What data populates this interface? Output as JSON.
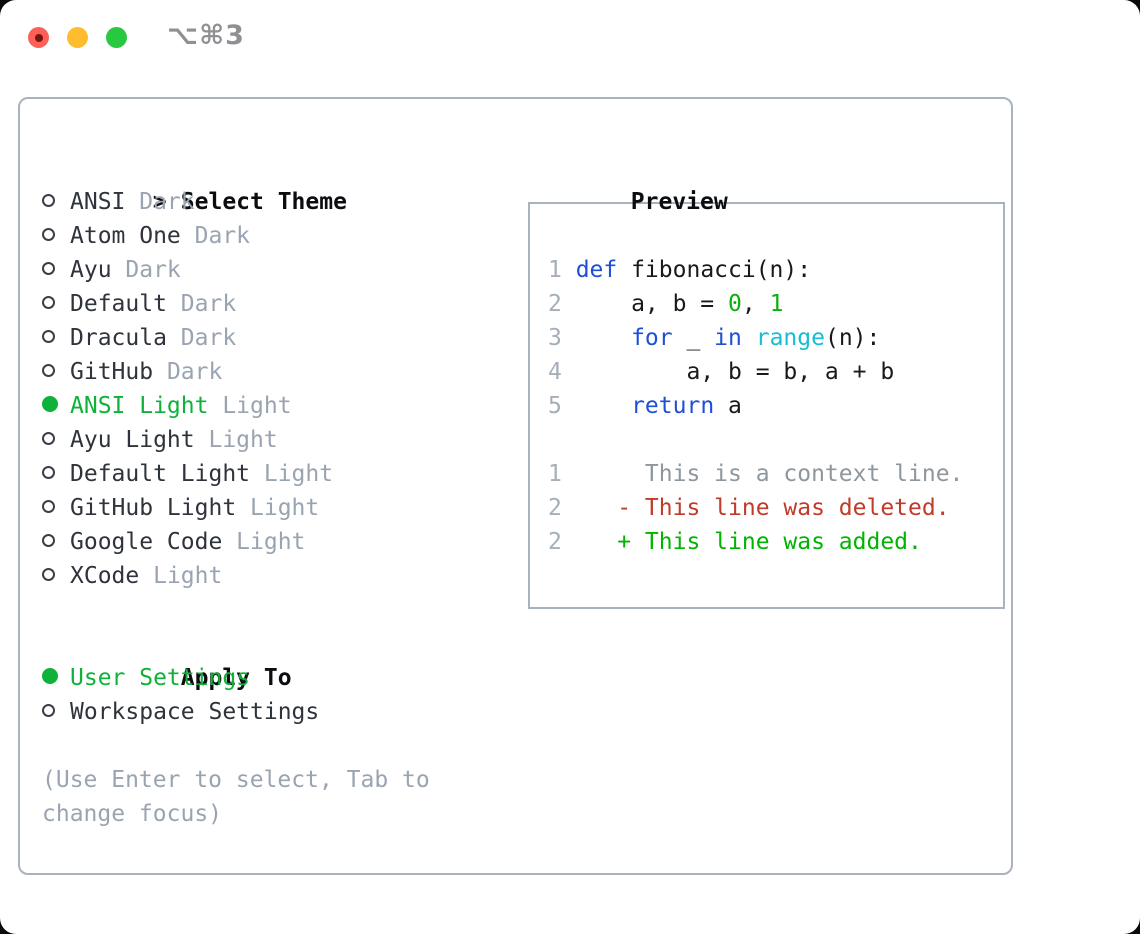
{
  "window": {
    "title": "⌥⌘3"
  },
  "colors": {
    "accent_green": "#0fb239",
    "keyword_blue": "#1e4fd6",
    "function_cyan": "#17bdd3",
    "number_green": "#0bb00b",
    "diff_added": "#00b400",
    "diff_deleted": "#c23a28",
    "diff_context": "#8e969e",
    "muted_gray": "#9aa4b1",
    "panel_border": "#aab2bd",
    "traffic_red": "#ff5f57",
    "traffic_yellow": "#febc2e",
    "traffic_green": "#28c840"
  },
  "select_theme": {
    "cursor": ">",
    "title": "Select Theme",
    "items": [
      {
        "label": "ANSI",
        "variant": "Dark",
        "selected": false
      },
      {
        "label": "Atom One",
        "variant": "Dark",
        "selected": false
      },
      {
        "label": "Ayu",
        "variant": "Dark",
        "selected": false
      },
      {
        "label": "Default",
        "variant": "Dark",
        "selected": false
      },
      {
        "label": "Dracula",
        "variant": "Dark",
        "selected": false
      },
      {
        "label": "GitHub",
        "variant": "Dark",
        "selected": false
      },
      {
        "label": "ANSI Light",
        "variant": "Light",
        "selected": true
      },
      {
        "label": "Ayu Light",
        "variant": "Light",
        "selected": false
      },
      {
        "label": "Default Light",
        "variant": "Light",
        "selected": false
      },
      {
        "label": "GitHub Light",
        "variant": "Light",
        "selected": false
      },
      {
        "label": "Google Code",
        "variant": "Light",
        "selected": false
      },
      {
        "label": "XCode",
        "variant": "Light",
        "selected": false
      }
    ]
  },
  "apply_to": {
    "title": "Apply To",
    "options": [
      {
        "label": "User Settings",
        "selected": true
      },
      {
        "label": "Workspace Settings",
        "selected": false
      }
    ]
  },
  "hint": "(Use Enter to select, Tab to change focus)",
  "preview": {
    "title": "Preview",
    "lines": [
      {
        "num": "1",
        "tokens": [
          {
            "c": "kw",
            "t": "def"
          },
          {
            "c": "fg",
            "t": " fibonacci(n):"
          }
        ]
      },
      {
        "num": "2",
        "tokens": [
          {
            "c": "fg",
            "t": "    a, b = "
          },
          {
            "c": "num",
            "t": "0"
          },
          {
            "c": "fg",
            "t": ", "
          },
          {
            "c": "num",
            "t": "1"
          }
        ]
      },
      {
        "num": "3",
        "tokens": [
          {
            "c": "fg",
            "t": "    "
          },
          {
            "c": "kw",
            "t": "for"
          },
          {
            "c": "fg",
            "t": " _ "
          },
          {
            "c": "kw",
            "t": "in"
          },
          {
            "c": "fg",
            "t": " "
          },
          {
            "c": "fn",
            "t": "range"
          },
          {
            "c": "fg",
            "t": "(n):"
          }
        ]
      },
      {
        "num": "4",
        "tokens": [
          {
            "c": "fg",
            "t": "        a, b = b, a + b"
          }
        ]
      },
      {
        "num": "5",
        "tokens": [
          {
            "c": "fg",
            "t": "    "
          },
          {
            "c": "kw",
            "t": "return"
          },
          {
            "c": "fg",
            "t": " a"
          }
        ]
      },
      {
        "num": "",
        "tokens": []
      },
      {
        "num": "1",
        "tokens": [
          {
            "c": "ctx",
            "t": "     This is a context line."
          }
        ]
      },
      {
        "num": "2",
        "tokens": [
          {
            "c": "del",
            "t": "   - This line was deleted."
          }
        ]
      },
      {
        "num": "2",
        "tokens": [
          {
            "c": "add",
            "t": "   + This line was added."
          }
        ]
      }
    ]
  }
}
